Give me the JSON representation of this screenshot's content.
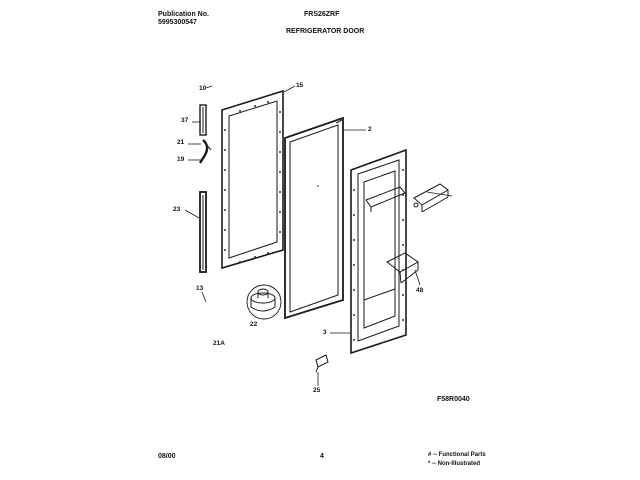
{
  "header": {
    "publication_label": "Publication No.",
    "publication_number": "5995300547",
    "model": "FRS26ZRF",
    "section_title": "REFRIGERATOR DOOR"
  },
  "callouts": {
    "c10": "10",
    "c15": "15",
    "c37": "37",
    "c2": "2",
    "c21": "21",
    "c19": "19",
    "c23": "23",
    "c48": "48",
    "c13": "13",
    "c22": "22",
    "c3": "3",
    "c21a": "21A",
    "c25": "25"
  },
  "figure_code": "F58R0040",
  "footer": {
    "date": "08/00",
    "page": "4",
    "legend_functional": "# -- Functional Parts",
    "legend_non_illustrated": "* -- Non-Illustrated"
  }
}
